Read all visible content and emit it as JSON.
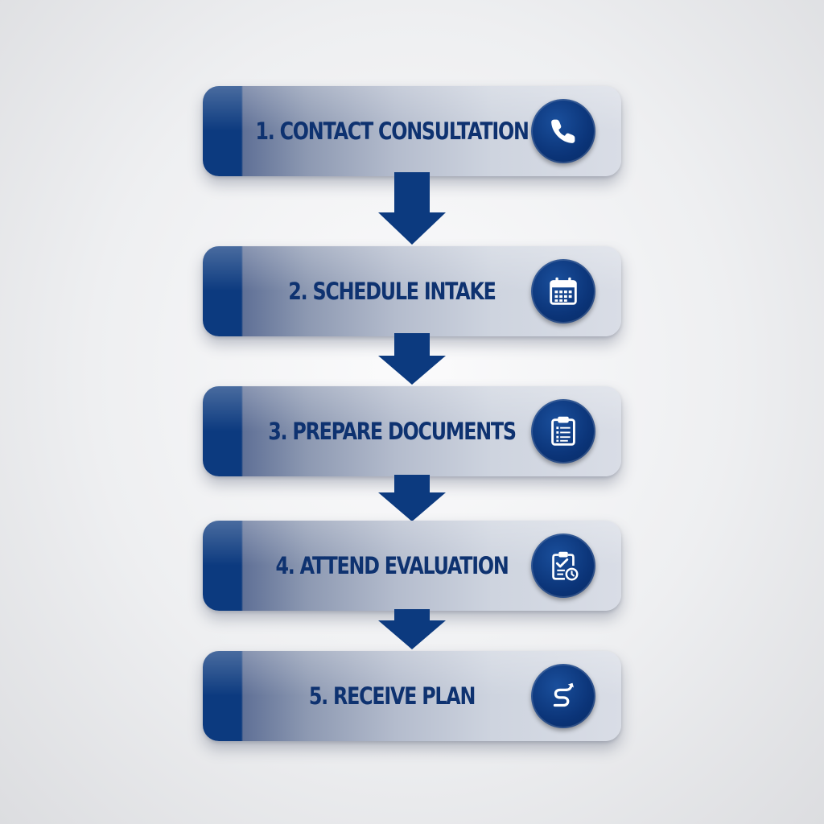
{
  "steps": [
    {
      "label": "1. CONTACT CONSULTATION",
      "icon": "phone-icon"
    },
    {
      "label": "2. SCHEDULE INTAKE",
      "icon": "calendar-icon"
    },
    {
      "label": "3. PREPARE DOCUMENTS",
      "icon": "clipboard-icon"
    },
    {
      "label": "4. ATTEND EVALUATION",
      "icon": "clipboard-check-icon"
    },
    {
      "label": "5. RECEIVE PLAN",
      "icon": "path-arrow-icon"
    }
  ],
  "colors": {
    "navy": "#0c3a7f",
    "text": "#0e3270",
    "box_light": "#d9dde6",
    "background": "#eeeff1"
  }
}
